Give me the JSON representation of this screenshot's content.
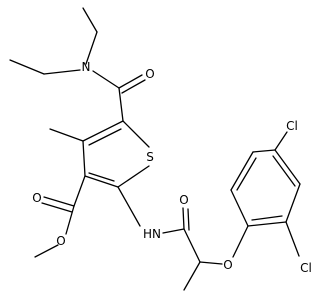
{
  "molecule": {
    "atoms": {
      "diethylamide_nitrogen": "N",
      "amide_carbonyl_oxygen": "O",
      "thiophene_sulfur": "S",
      "ester_carbonyl_oxygen": "O",
      "ester_ether_oxygen": "O",
      "anilide_nitrogen": "HN",
      "anilide_carbonyl_oxygen": "O",
      "aryl_ether_oxygen": "O",
      "chlorine_para": "Cl",
      "chlorine_ortho": "Cl"
    },
    "colors": {
      "bond": "#000000",
      "label": "#000000",
      "background": "#ffffff"
    }
  }
}
